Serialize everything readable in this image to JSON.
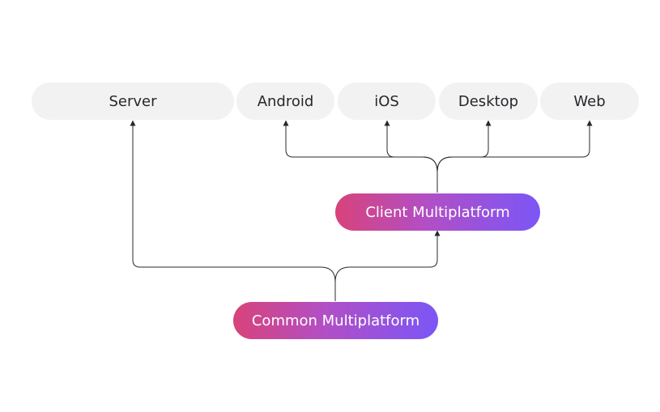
{
  "targets": {
    "server": "Server",
    "android": "Android",
    "ios": "iOS",
    "desktop": "Desktop",
    "web": "Web"
  },
  "sources": {
    "client": "Client Multiplatform",
    "common": "Common Multiplatform"
  },
  "colors": {
    "target_fill": "#f2f2f2",
    "target_text": "#27282c",
    "gradient_start": "#d8437a",
    "gradient_end": "#7b56f6",
    "connector": "#27282c"
  }
}
